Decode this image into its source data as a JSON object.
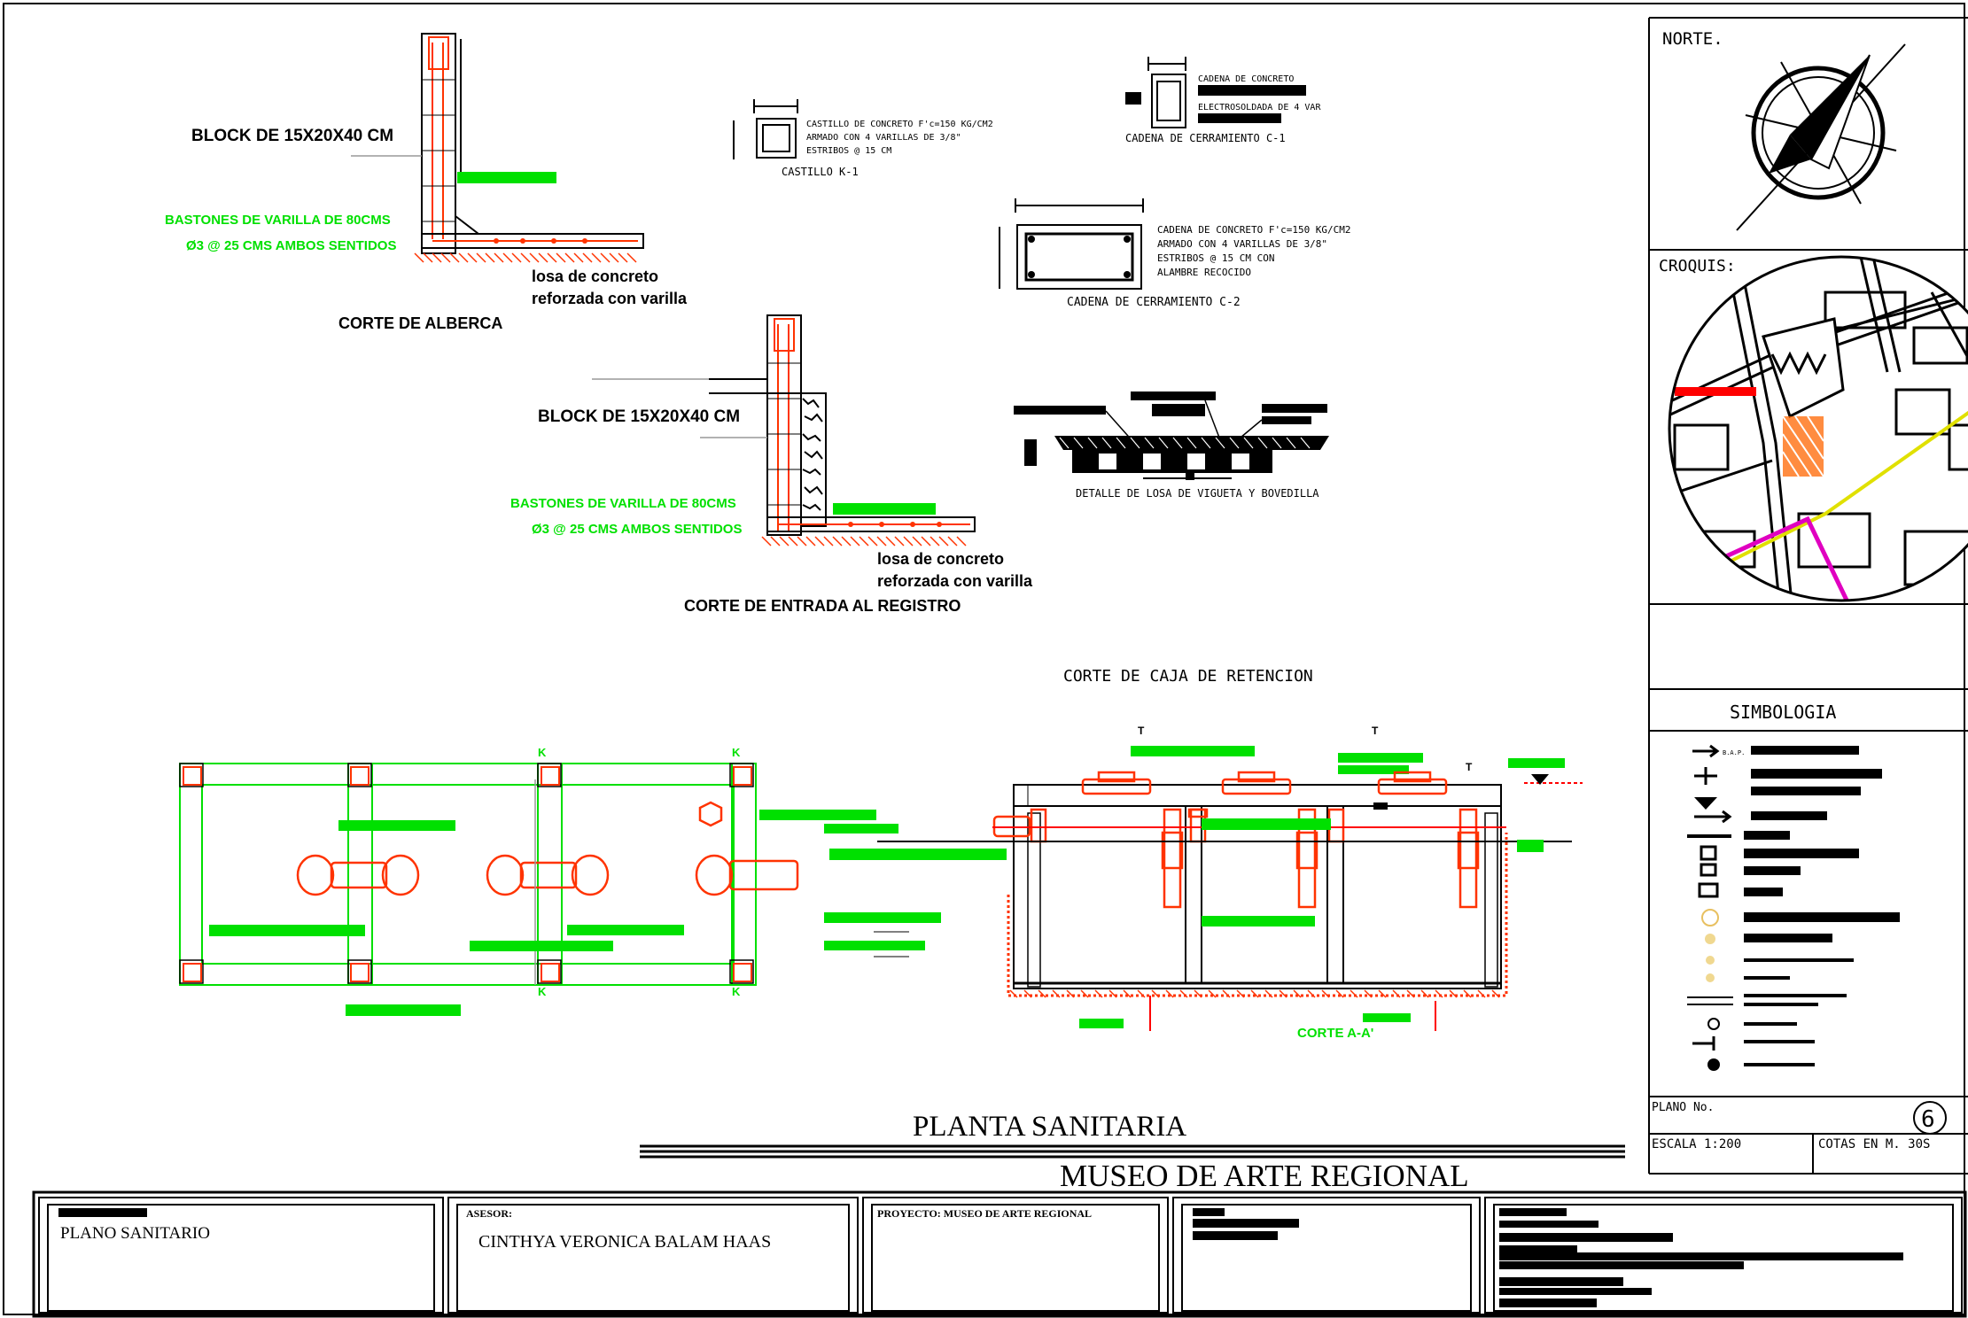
{
  "sheet": {
    "main_title": "PLANTA SANITARIA",
    "subtitle": "MUSEO DE ARTE REGIONAL",
    "colors": {
      "rebar": "#ff3300",
      "annotation": "#00e000",
      "line": "#000000",
      "accent_red": "#ff0000",
      "accent_magenta": "#e000c0",
      "accent_yellow": "#e0e000"
    }
  },
  "details": {
    "alberca": {
      "block_label": "BLOCK DE 15X20X40 CM",
      "bastones_line1": "BASTONES DE VARILLA DE 80CMS",
      "bastones_line2": "Ø3 @ 25 CMS AMBOS SENTIDOS",
      "losa_line1": "losa de concreto",
      "losa_line2": "reforzada con varilla",
      "title": "CORTE DE ALBERCA"
    },
    "registro": {
      "block_label": "BLOCK DE 15X20X40 CM",
      "bastones_line1": "BASTONES DE VARILLA DE 80CMS",
      "bastones_line2": "Ø3 @ 25 CMS AMBOS SENTIDOS",
      "losa_line1": "losa de concreto",
      "losa_line2": "reforzada con varilla",
      "title": "CORTE DE ENTRADA AL REGISTRO"
    },
    "castillo": {
      "label": "CASTILLO K-1",
      "note_line1": "CASTILLO DE CONCRETO F'c=150 KG/CM2",
      "note_line2": "ARMADO CON 4 VARILLAS DE 3/8\"",
      "note_line3": "ESTRIBOS @ 15 CM"
    },
    "cadena1": {
      "label": "CADENA DE CERRAMIENTO C-1",
      "note_line1": "CADENA DE CONCRETO",
      "note_line2": "ELECTROSOLDADA DE 4 VAR"
    },
    "cadena2": {
      "label": "CADENA DE CERRAMIENTO C-2",
      "note_line1": "CADENA DE CONCRETO F'c=150 KG/CM2",
      "note_line2": "ARMADO CON 4 VARILLAS DE 3/8\"",
      "note_line3": "ESTRIBOS @ 15 CM CON",
      "note_line4": "ALAMBRE RECOCIDO"
    },
    "losa_vigueta": {
      "label": "DETALLE DE LOSA DE VIGUETA Y BOVEDILLA"
    },
    "caja": {
      "title": "CORTE DE CAJA DE RETENCION",
      "section_label": "CORTE A-A'",
      "k_labels": [
        "K",
        "K",
        "K",
        "K"
      ],
      "t_labels": [
        "T",
        "T",
        "T"
      ]
    }
  },
  "sidebar": {
    "norte_label": "NORTE.",
    "croquis_label": "CROQUIS:",
    "simbologia_label": "SIMBOLOGIA",
    "symbol_rows": [
      {
        "icon": "arrow-right-icon",
        "text": "B.A.P."
      },
      {
        "icon": "valve-icon",
        "text": ""
      },
      {
        "icon": "drain-icon",
        "text": ""
      },
      {
        "icon": "flow-arrow-icon",
        "text": ""
      },
      {
        "icon": "pipe-icon",
        "text": ""
      },
      {
        "icon": "register-icon",
        "text": ""
      },
      {
        "icon": "register-grate-icon",
        "text": ""
      },
      {
        "icon": "trap-icon",
        "text": ""
      },
      {
        "icon": "fixture-icon",
        "text": ""
      },
      {
        "icon": "lamp-icon",
        "text": ""
      },
      {
        "icon": "circle-icon",
        "text": ""
      }
    ],
    "plano_no_label": "PLANO No.",
    "plano_no_value": "6",
    "escala_label": "ESCALA 1:200",
    "cotas_label": "COTAS EN M. 30S"
  },
  "title_block": {
    "plano_label": "PLANO SANITARIO",
    "asesor_label": "ASESOR:",
    "autor": "CINTHYA VERONICA BALAM HAAS",
    "proyecto_label": "PROYECTO: MUSEO DE ARTE REGIONAL"
  }
}
